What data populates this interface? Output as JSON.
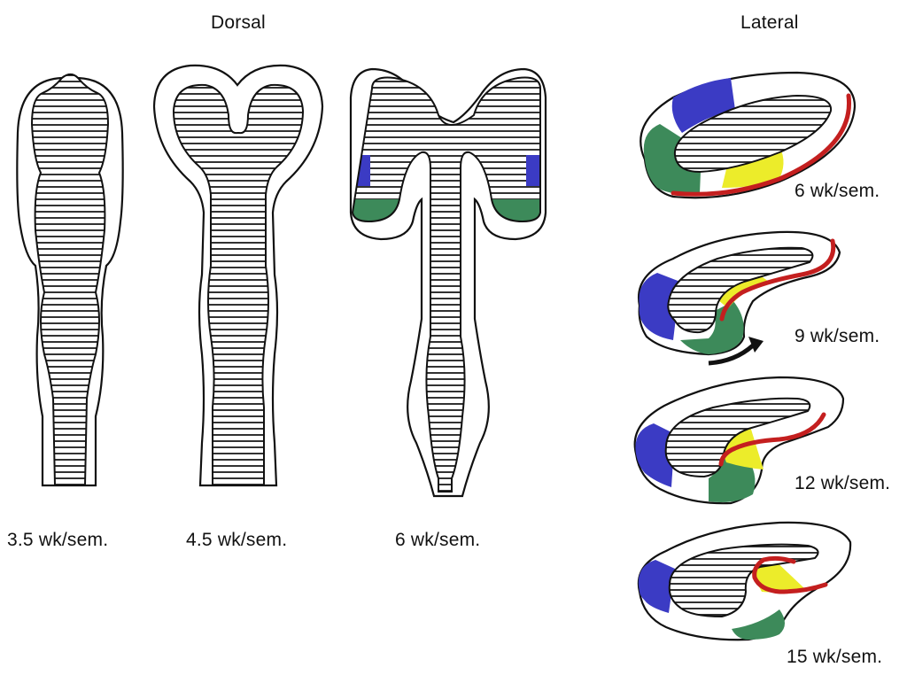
{
  "headers": {
    "dorsal": "Dorsal",
    "lateral": "Lateral"
  },
  "dorsal_stages": [
    {
      "id": "stage-35",
      "label": "3.5 wk/sem."
    },
    {
      "id": "stage-45",
      "label": "4.5 wk/sem."
    },
    {
      "id": "stage-6",
      "label": "6 wk/sem."
    }
  ],
  "lateral_stages": [
    {
      "id": "lat-6",
      "label": "6 wk/sem."
    },
    {
      "id": "lat-9",
      "label": "9 wk/sem."
    },
    {
      "id": "lat-12",
      "label": "12 wk/sem."
    },
    {
      "id": "lat-15",
      "label": "15 wk/sem."
    }
  ],
  "colors": {
    "outline": "#111111",
    "stripes": "#1a1a1a",
    "blue_region": "#3b3bc4",
    "green_region": "#3d8a5a",
    "yellow_region": "#ecec2a",
    "red_strip": "#c41f1f"
  }
}
